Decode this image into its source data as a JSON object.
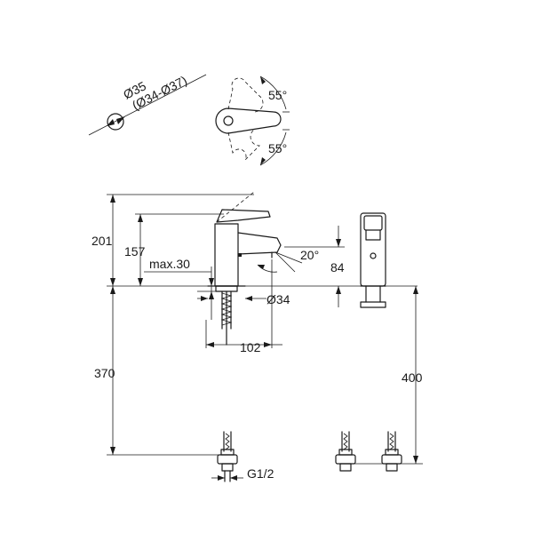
{
  "labels": {
    "cutout_diameter": "Ø35",
    "cutout_range": "(Ø34-Ø37)",
    "angle_upper": "55°",
    "angle_lower": "55°",
    "height_total": "201",
    "height_spout": "157",
    "max_thickness": "max.30",
    "spout_angle": "20°",
    "outlet_height": "84",
    "base_diameter": "Ø34",
    "spout_reach": "102",
    "hose_length_left": "370",
    "hose_length_right": "400",
    "thread": "G1/2"
  }
}
